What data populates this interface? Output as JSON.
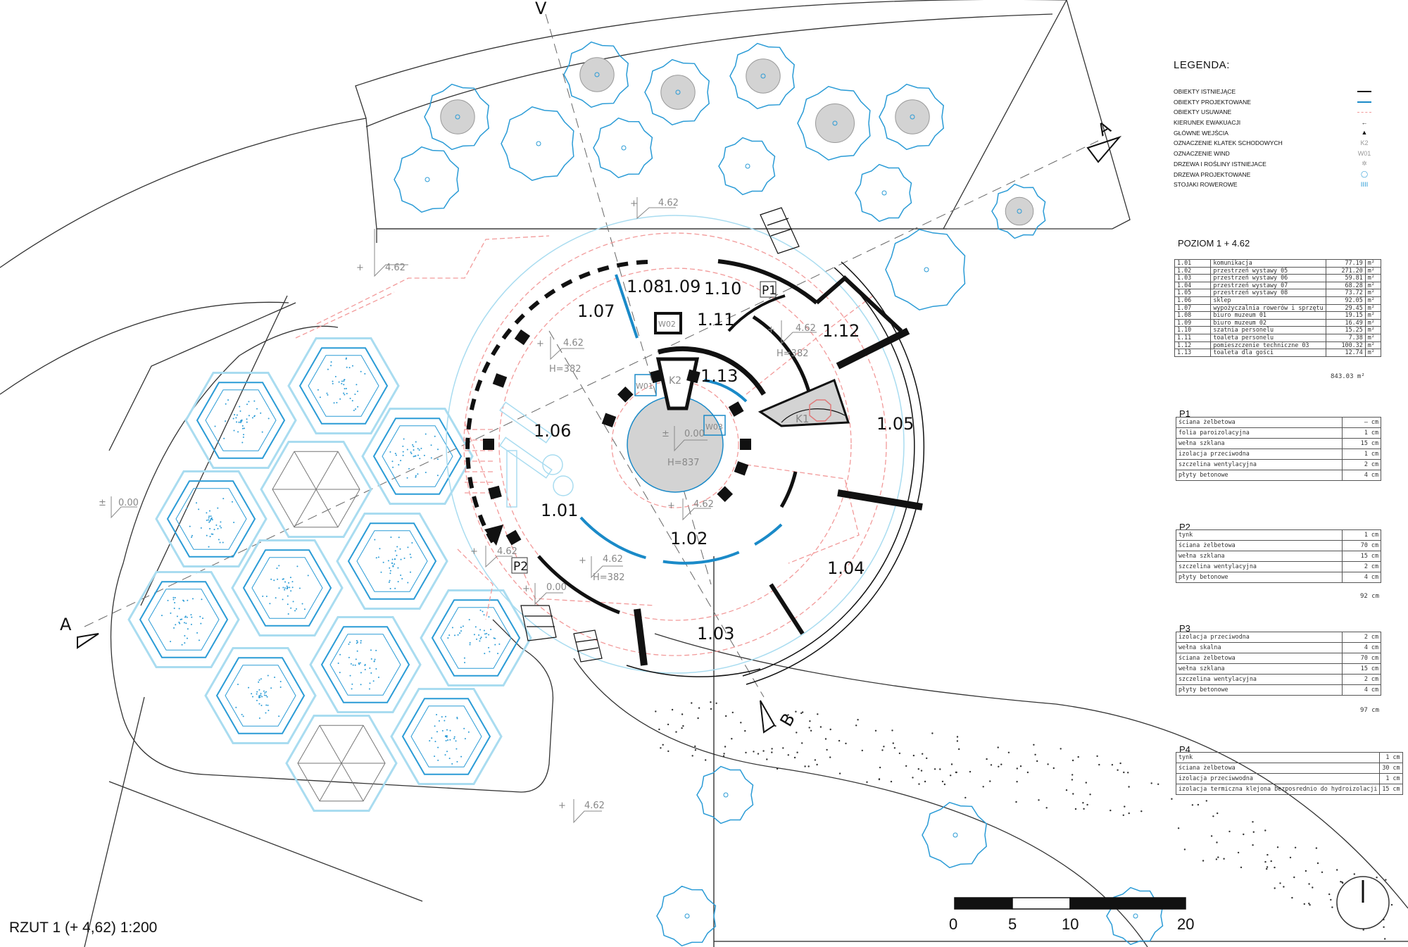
{
  "colors": {
    "existing": "#111111",
    "projected": "#1a8ac8",
    "removed": "#f29a9a",
    "tree": "#2a9bd6",
    "hex_light": "#a9dcf0",
    "fill_gray": "#d3d3d3"
  },
  "legend": {
    "title": "LEGENDA:",
    "items": [
      {
        "label": "OBIEKTY ISTNIEJĄCE",
        "symbol": "line-black"
      },
      {
        "label": "OBIEKTY PROJEKTOWANE",
        "symbol": "line-blue"
      },
      {
        "label": "OBIEKTY USUWANE",
        "symbol": "line-red-dashed"
      },
      {
        "label": "KIERUNEK EWAKUACJI",
        "symbol": "←"
      },
      {
        "label": "GŁÓWNE WEJŚCIA",
        "symbol": "▲"
      },
      {
        "label": "OZNACZENIE KLATEK SCHODOWYCH",
        "symbol": "K2"
      },
      {
        "label": "OZNACZENIE WIND",
        "symbol": "W01"
      },
      {
        "label": "DRZEWA I ROŚLINY ISTNIEJACE",
        "symbol": "✲"
      },
      {
        "label": "DRZEWA PROJEKTOWANE",
        "symbol": "◯"
      },
      {
        "label": "STOJAKI ROWEROWE",
        "symbol": "ⅰⅰⅰⅰ"
      }
    ]
  },
  "rooms_table": {
    "title": "POZIOM 1 + 4.62",
    "unit": "m²",
    "rows": [
      {
        "no": "1.01",
        "name": "komunikacja",
        "area": "77.19"
      },
      {
        "no": "1.02",
        "name": "przestrzeń wystawy 05",
        "area": "271.20"
      },
      {
        "no": "1.03",
        "name": "przestrzeń wystawy 06",
        "area": "59.81"
      },
      {
        "no": "1.04",
        "name": "przestrzeń wystawy 07",
        "area": "68.28"
      },
      {
        "no": "1.05",
        "name": "przestrzeń wystawy 08",
        "area": "73.72"
      },
      {
        "no": "1.06",
        "name": "sklep",
        "area": "92.05"
      },
      {
        "no": "1.07",
        "name": "wypożyczalnia rowerów i sprzętu",
        "area": "29.45"
      },
      {
        "no": "1.08",
        "name": "biuro muzeum 01",
        "area": "19.15"
      },
      {
        "no": "1.09",
        "name": "biuro muzeum 02",
        "area": "16.49"
      },
      {
        "no": "1.10",
        "name": "szatnia personelu",
        "area": "15.25"
      },
      {
        "no": "1.11",
        "name": "toaleta personelu",
        "area": "7.38"
      },
      {
        "no": "1.12",
        "name": "pomieszczenie techniczne 03",
        "area": "100.32"
      },
      {
        "no": "1.13",
        "name": "toaleta dla gości",
        "area": "12.74"
      }
    ],
    "total": "843.03 m²"
  },
  "walls": [
    {
      "title": "P1",
      "rows": [
        [
          "ściana żelbetowa",
          "– cm"
        ],
        [
          "folia paroizolacyjna",
          "1 cm"
        ],
        [
          "wełna szklana",
          "15 cm"
        ],
        [
          "izolacja przeciwodna",
          "1 cm"
        ],
        [
          "szczelina wentylacyjna",
          "2 cm"
        ],
        [
          "płyty betonowe",
          "4 cm"
        ]
      ],
      "total": ""
    },
    {
      "title": "P2",
      "rows": [
        [
          "tynk",
          "1 cm"
        ],
        [
          "ściana żelbetowa",
          "70 cm"
        ],
        [
          "wełna szklana",
          "15 cm"
        ],
        [
          "szczelina wentylacyjna",
          "2 cm"
        ],
        [
          "płyty betonowe",
          "4 cm"
        ]
      ],
      "total": "92 cm"
    },
    {
      "title": "P3",
      "rows": [
        [
          "izolacja przeciwodna",
          "2 cm"
        ],
        [
          "wełna skalna",
          "4 cm"
        ],
        [
          "ściana żelbetowa",
          "70 cm"
        ],
        [
          "wełna szklana",
          "15 cm"
        ],
        [
          "szczelina wentylacyjna",
          "2 cm"
        ],
        [
          "płyty betonowe",
          "4 cm"
        ]
      ],
      "total": "97 cm"
    },
    {
      "title": "P4",
      "rows": [
        [
          "tynk",
          "1 cm"
        ],
        [
          "ściana żelbetowa",
          "30 cm"
        ],
        [
          "izolacja przeciwwodna",
          "1 cm"
        ],
        [
          "izolacja termiczna klejona bezposrednio do hydroizolacji",
          "15 cm"
        ]
      ],
      "total": ""
    }
  ],
  "plan": {
    "rooms": {
      "r101": "1.01",
      "r102": "1.02",
      "r103": "1.03",
      "r104": "1.04",
      "r105": "1.05",
      "r106": "1.06",
      "r107": "1.07",
      "r108": "1.08",
      "r109": "1.09",
      "r110": "1.10",
      "r111": "1.11",
      "r112": "1.12",
      "r113": "1.13"
    },
    "tags": {
      "p1": "P1",
      "p2": "P2",
      "k1": "K1",
      "k2": "K2",
      "w01": "W01",
      "w02": "W02",
      "w03": "W03"
    },
    "sections": {
      "v": "V",
      "a_top": "A",
      "a_left": "A",
      "b": "B"
    },
    "elevations": {
      "e462": "4.62",
      "e000": "0.00",
      "pm": "±",
      "plus": "+",
      "h382": "H=382",
      "h837": "H=837"
    }
  },
  "drawing_title": "RZUT 1 (+ 4,62) 1:200",
  "scale_bar": {
    "labels": [
      "0",
      "5",
      "10",
      "20"
    ]
  }
}
